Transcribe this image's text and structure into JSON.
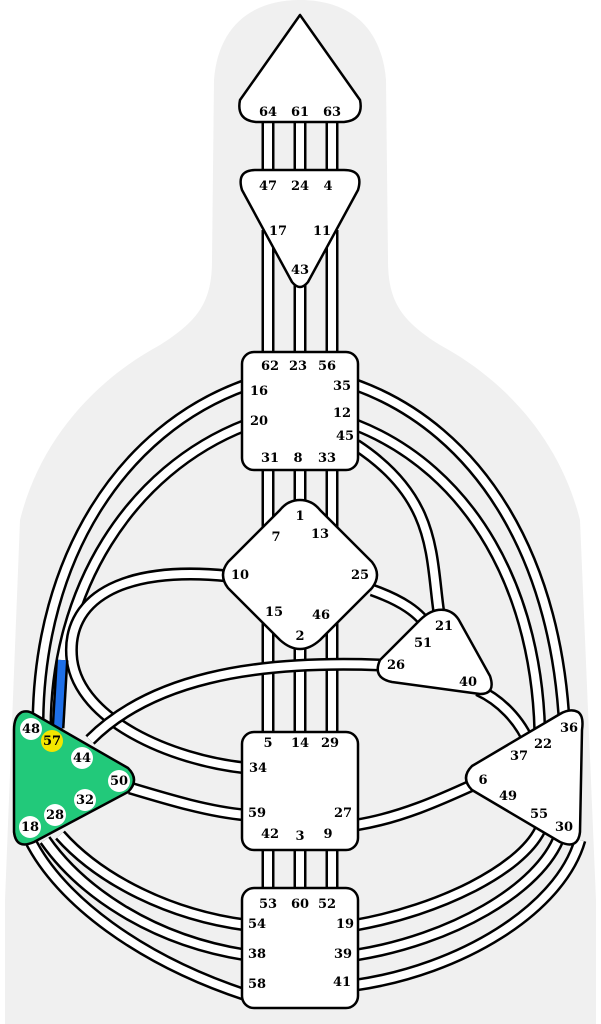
{
  "colors": {
    "silhouette": "#f0f0f0",
    "defined_center": "#22c97a",
    "active_gate": "#f2e600",
    "active_channel": "#1e6fe8",
    "line": "#000000",
    "undefined_center": "#ffffff"
  },
  "centers": {
    "head": {
      "gates": [
        "64",
        "61",
        "63"
      ]
    },
    "ajna": {
      "gates": [
        "47",
        "24",
        "4",
        "17",
        "11",
        "43"
      ]
    },
    "throat": {
      "gates": [
        "62",
        "23",
        "56",
        "16",
        "35",
        "12",
        "20",
        "45",
        "31",
        "8",
        "33"
      ]
    },
    "g": {
      "gates": [
        "1",
        "7",
        "13",
        "10",
        "25",
        "15",
        "46",
        "2"
      ]
    },
    "heart": {
      "gates": [
        "21",
        "51",
        "26",
        "40"
      ]
    },
    "sacral": {
      "gates": [
        "5",
        "14",
        "29",
        "34",
        "27",
        "59",
        "42",
        "3",
        "9"
      ]
    },
    "solar_plexus": {
      "gates": [
        "36",
        "22",
        "37",
        "6",
        "49",
        "55",
        "30"
      ]
    },
    "spleen": {
      "gates": [
        "48",
        "57",
        "44",
        "50",
        "32",
        "28",
        "18"
      ],
      "active_gate": "57"
    },
    "root": {
      "gates": [
        "53",
        "60",
        "52",
        "54",
        "19",
        "38",
        "39",
        "58",
        "41"
      ]
    }
  }
}
